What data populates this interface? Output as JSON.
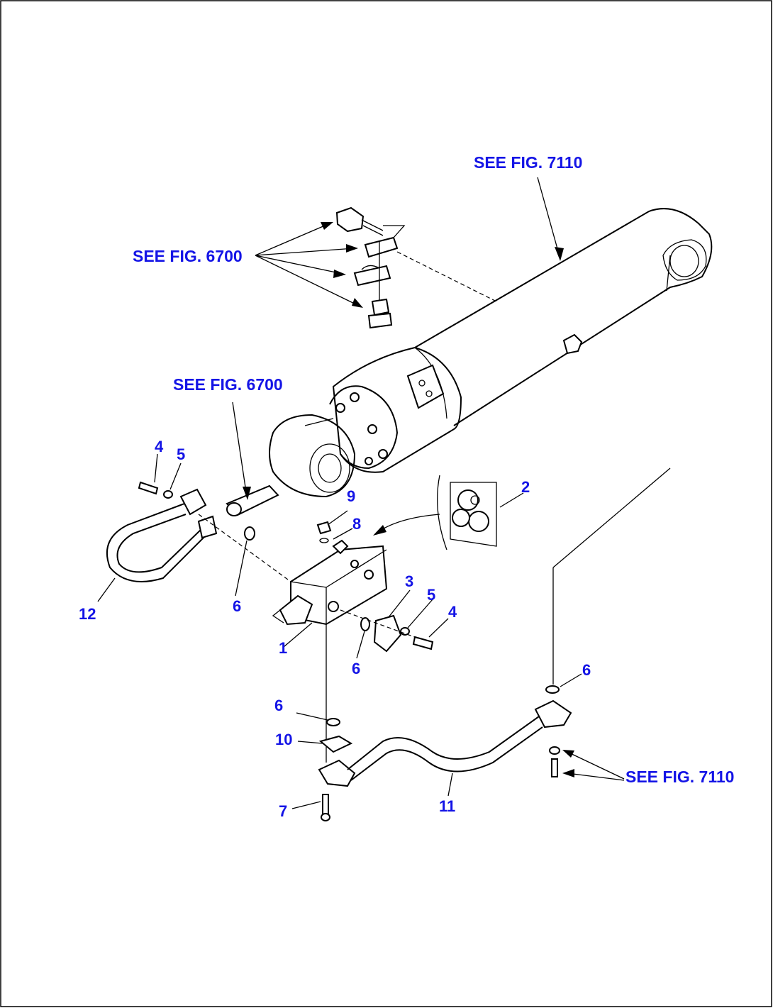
{
  "references": {
    "fig7110_top": "SEE FIG. 7110",
    "fig6700_top": "SEE FIG. 6700",
    "fig6700_mid": "SEE FIG. 6700",
    "fig7110_bottom": "SEE FIG. 7110"
  },
  "callouts": [
    "1",
    "2",
    "3",
    "4",
    "4",
    "5",
    "5",
    "6",
    "6",
    "6",
    "6",
    "7",
    "8",
    "9",
    "10",
    "11",
    "12"
  ],
  "colors": {
    "label": "#1414e6",
    "line": "#000000",
    "background": "#ffffff"
  }
}
